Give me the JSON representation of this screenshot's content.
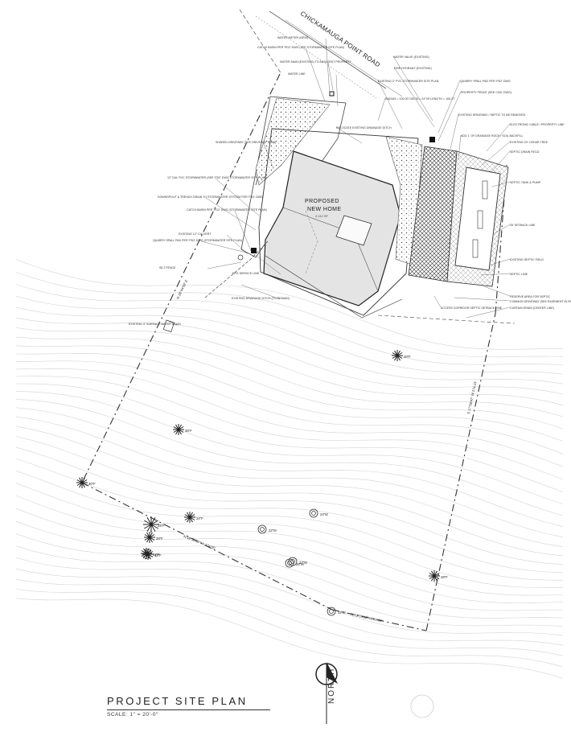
{
  "road": {
    "label": "CHICKAMAUGA POINT ROAD"
  },
  "home": {
    "label_1": "PROPOSED",
    "label_2": "NEW HOME",
    "sub": "2,112 SF"
  },
  "title_block": {
    "title": "PROJECT SITE PLAN",
    "scale": "SCALE: 1\" = 20'-0\""
  },
  "north_arrow": {
    "label": "NORTH",
    "icon": "north-arrow-icon"
  },
  "bearings": {
    "south": "N 48°30'36\" W 174.55'",
    "southeast": "N 53°09'23\" W 50.09'",
    "east": "S 17°56'47\" W 274.13'",
    "west": "N 28°44'50\" E"
  },
  "callouts_left": [
    "WATER METER (NEW)",
    "CATCH BASIN PER 'PD2' DWG (SEE STORMWATER SITE PLAN)",
    "WATER MAIN (EXISTING) TO ADJACENT PROPERTY",
    "WATER LINE",
    "SHARED DRIVEWAY (SEE DRIVEWAY PLAN)",
    "12\" DIA. PVC STORMWATER (SEE 'PD2' DWG STORMWATER SITE PLAN)",
    "DOWNSPOUT & TRENCH DRAIN TO STORMWATER SYSTEM PER 'PD2' DWG",
    "CATCH BASIN PER 'PD2' DWG (STORMWATER SITE PLAN)",
    "EXISTING 12\" CULVERT",
    "QUARRY SPALL PAD PER 'PD2' DWG (STORMWATER SITE PLAN)",
    "SILT FENCE",
    "EPG SERVICE LINE",
    "EXISTING 4\" SURFACE WATER DRAIN",
    "EXISTING DRAINAGE DITCH (TO REMAIN)"
  ],
  "callouts_right": [
    "WATER VALVE (EXISTING)",
    "FIRE HYDRANT (EXISTING)",
    "EXISTING 2\" PVC STORMWATER SITE PLAN",
    "QUARRY SPALL PAD PER 'PD2' DWG",
    "PROPERTY FENCE (SEE CIVIL DWG)",
    "RADIUS = 100.00' DELTA = 24°09' LENGTH = 105.27'",
    "EXISTING DRIVEWAY / SEPTIC TO BE REMOVED",
    "RELOCATE EXISTING DRAINAGE DITCH",
    "ELECTRONIC CABLE / PROPERTY LINE",
    "ADD 1' OF DRAINAGE ROCK / SOIL BACKFILL",
    "EXISTING 24\" CEDAR TREE",
    "SEPTIC DRAIN FIELD",
    "SEPTIC TANK & PUMP",
    "25' SETBACK LINE",
    "EXISTING SEPTIC FIELD",
    "SEPTIC LINE",
    "RESERVE AREA FOR SEPTIC",
    "COMMON DRIVEWAY (SEE EASEMENT IN FAVOR OF LOTS 1, 2, 3 & 4)",
    "CURTAIN DRAIN (CENTER LINE)",
    "ACCESS CORRIDOR SEPTIC SETBACK LINE"
  ],
  "trees": [
    {
      "label": "40\"F",
      "kind": "fir"
    },
    {
      "label": "36\"F",
      "kind": "fir"
    },
    {
      "label": "30\"F",
      "kind": "fir"
    },
    {
      "label": "28\"F",
      "kind": "fir"
    },
    {
      "label": "24\"F",
      "kind": "fir"
    },
    {
      "label": "28\"F",
      "kind": "fir"
    },
    {
      "label": "22\"F",
      "kind": "fir"
    },
    {
      "label": "32\"F",
      "kind": "fir"
    },
    {
      "label": "22\"M",
      "kind": "maple"
    },
    {
      "label": "28\"M",
      "kind": "maple"
    },
    {
      "label": "22\"M",
      "kind": "maple"
    },
    {
      "label": "24\"M",
      "kind": "maple"
    },
    {
      "label": "22\"M",
      "kind": "maple"
    },
    {
      "label": "28\"F",
      "kind": "fir"
    }
  ]
}
